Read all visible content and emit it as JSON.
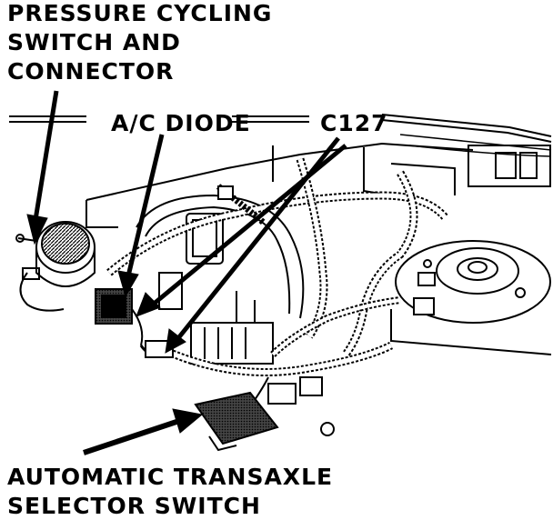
{
  "labels": {
    "pressure_line1": "PRESSURE CYCLING",
    "pressure_line2": "SWITCH AND",
    "pressure_line3": "CONNECTOR",
    "ac_diode": "A/C DIODE",
    "c127": "C127",
    "trans_line1": "AUTOMATIC TRANSAXLE",
    "trans_line2": "SELECTOR SWITCH"
  },
  "colors": {
    "ink": "#000000",
    "paper": "#ffffff"
  }
}
